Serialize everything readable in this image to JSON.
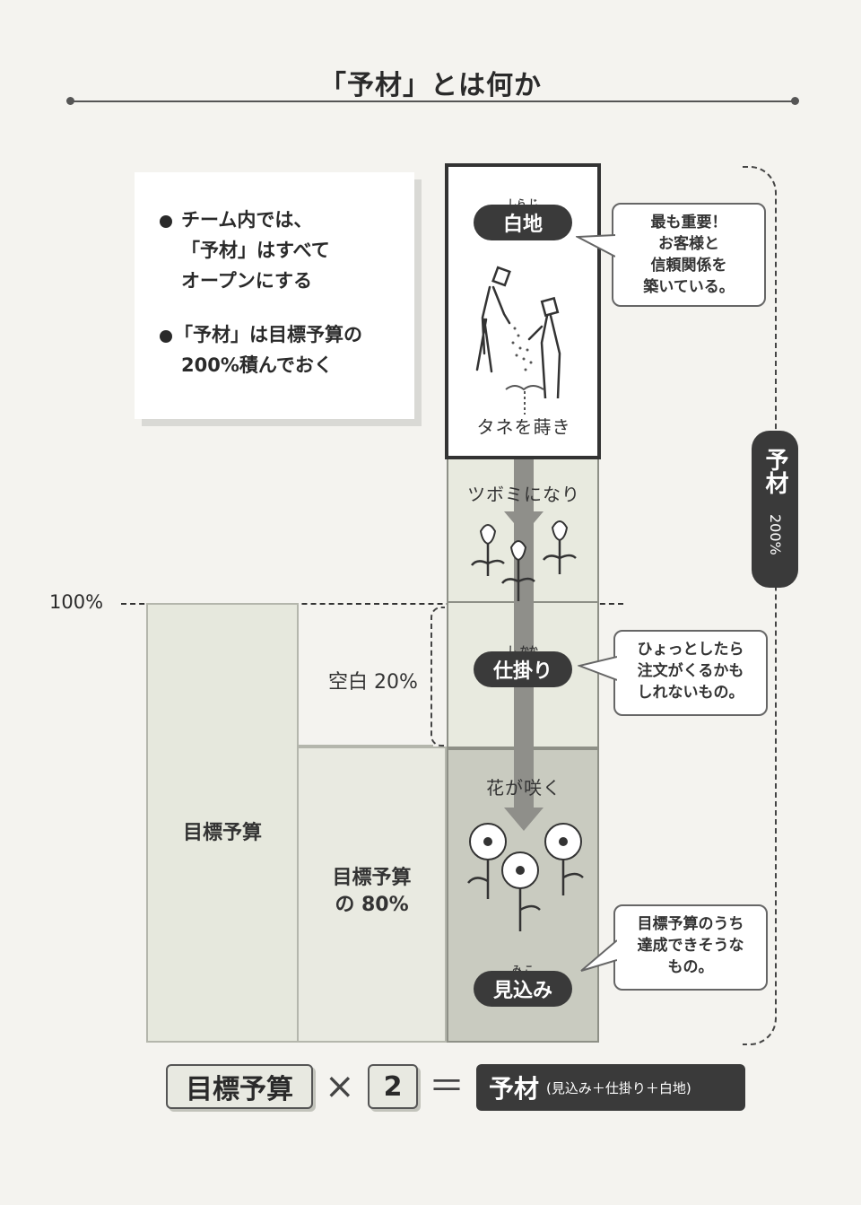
{
  "title": "「予材」とは何か",
  "bullets": [
    {
      "lines": [
        "チーム内では、",
        "「予材」はすべて",
        "オープンにする"
      ]
    },
    {
      "lines": [
        "「予材」は目標予算の",
        "200%積んでおく"
      ]
    }
  ],
  "percent_line_label": "100%",
  "blocks": {
    "target_budget": "目標予算",
    "blank": "空白 20%",
    "target_80_line1": "目標予算",
    "target_80_line2": "の 80%"
  },
  "stages": {
    "shiraji": {
      "label": "白地",
      "ruby": "しら じ",
      "caption": "タネを蒔き"
    },
    "tsubomi": {
      "caption": "ツボミになり"
    },
    "shikakari": {
      "label": "仕掛り",
      "ruby": "し かか"
    },
    "hana": {
      "caption": "花が咲く"
    },
    "mikomi": {
      "label": "見込み",
      "ruby": "み こ"
    }
  },
  "callouts": {
    "shiraji": [
      "最も重要！",
      "お客様と",
      "信頼関係を",
      "築いている。"
    ],
    "shikakari": [
      "ひょっとしたら",
      "注文がくるかも",
      "しれないもの。"
    ],
    "mikomi": [
      "目標予算のうち",
      "達成できそうな",
      "もの。"
    ]
  },
  "yozai_tag": {
    "title": "予材",
    "value": "200%"
  },
  "formula": {
    "left": "目標予算",
    "times": "×",
    "multiplier": "2",
    "equals": "＝",
    "result": "予材",
    "result_detail": "(見込み＋仕掛り＋白地)"
  },
  "colors": {
    "dark": "#3a3a3a",
    "block_light": "#e6e8dd",
    "block_mid": "#c9cbc0",
    "arrow": "#8f8f8a"
  }
}
